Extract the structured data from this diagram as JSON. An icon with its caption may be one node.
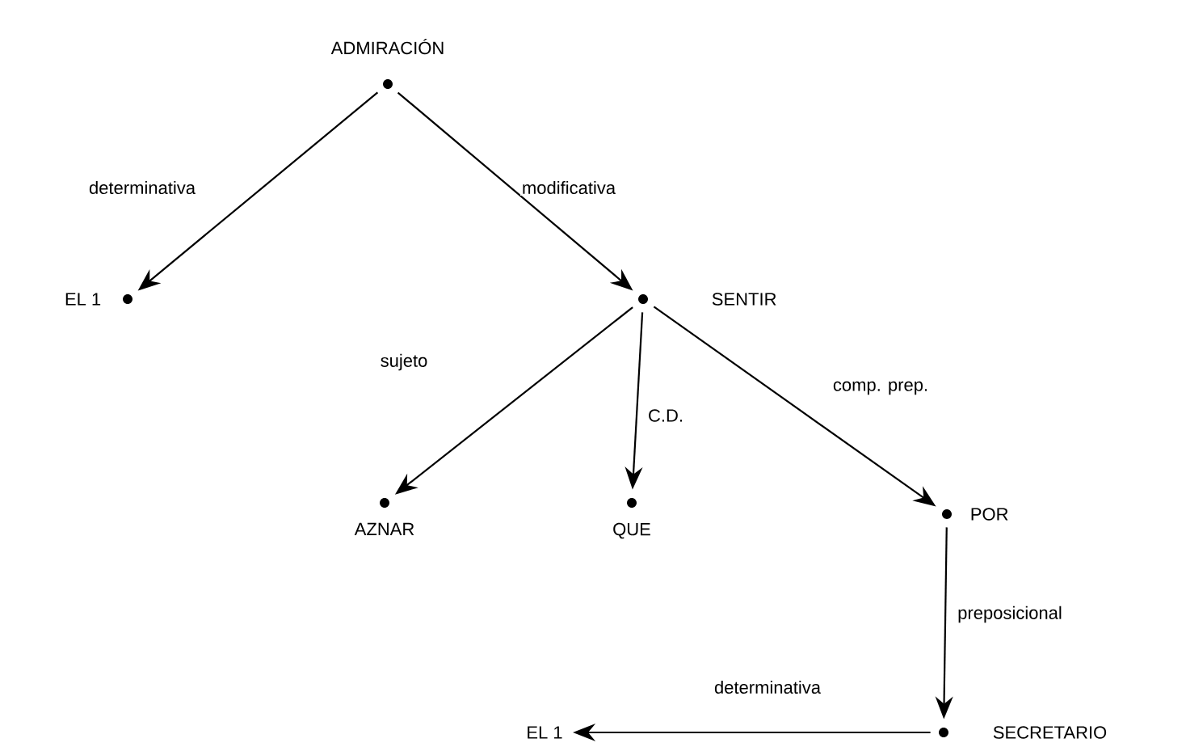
{
  "diagram": {
    "nodes": [
      {
        "text": [
          "ADMIRACIÓN"
        ]
      },
      {
        "text": [
          "EL 1"
        ]
      },
      {
        "text": [
          "SENTIR"
        ]
      },
      {
        "text": [
          "AZNAR"
        ]
      },
      {
        "text": [
          "QUE"
        ]
      },
      {
        "text": [
          "POR"
        ]
      },
      {
        "text": [
          "SECRETARIO"
        ]
      },
      {
        "text": [
          "EL 1"
        ]
      }
    ],
    "edges": [
      {
        "from": 0,
        "to": 1,
        "arrow": "to",
        "label": "determinativa"
      },
      {
        "from": 0,
        "to": 2,
        "arrow": "to",
        "label": "modificativa"
      },
      {
        "from": 2,
        "to": 3,
        "arrow": "to",
        "label": "sujeto"
      },
      {
        "from": 2,
        "to": 4,
        "arrow": "to",
        "label": "C.D."
      },
      {
        "from": 2,
        "to": 5,
        "arrow": "to",
        "label": "comp. prep."
      },
      {
        "from": 5,
        "to": 6,
        "arrow": "to",
        "label": "preposicional"
      },
      {
        "from": 6,
        "to": 7,
        "arrow": "to",
        "label": "determinativa"
      }
    ]
  }
}
